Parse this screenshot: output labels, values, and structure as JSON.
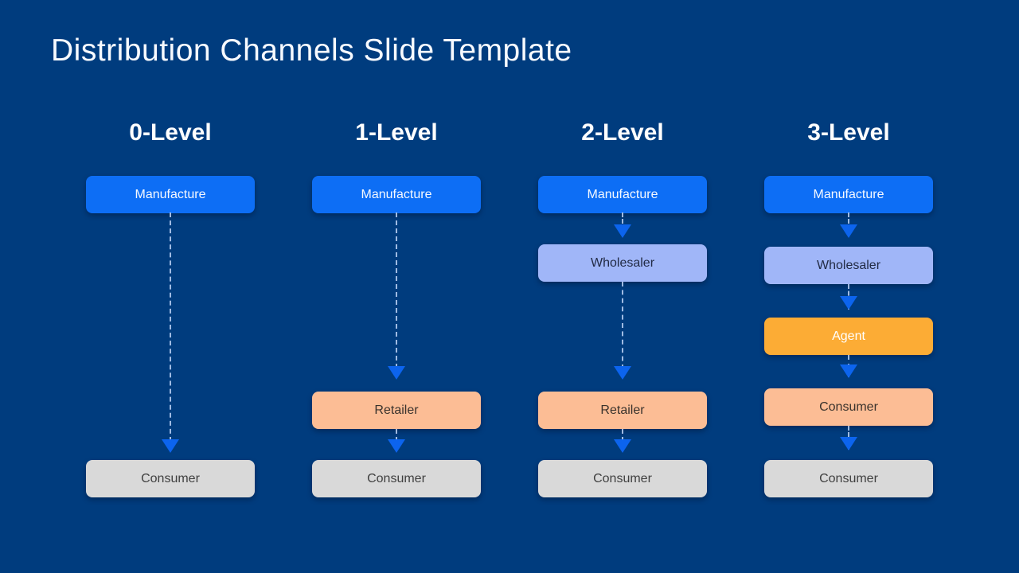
{
  "slide": {
    "title": "Distribution Channels Slide Template"
  },
  "colors": {
    "background": "#003C7E",
    "title_text": "#F7FAFF",
    "header_text": "#FFFFFF",
    "manufacture_blue": "#0D6EF5",
    "wholesaler_periwinkle": "#A0B6F8",
    "agent_orange": "#FCAC35",
    "retailer_peach": "#FCBD95",
    "consumer_gray": "#D9D9D9",
    "arrow_blue": "#0C64EE",
    "connector_dash": "#BCD2F5"
  },
  "connector": {
    "arrow_icon": "triangle-down",
    "line_style": "dashed"
  },
  "columns": [
    {
      "header": "0-Level",
      "boxes": [
        {
          "label": "Manufacture",
          "color": "#0D6EF5"
        },
        {
          "label": "Consumer",
          "color": "#D9D9D9"
        }
      ]
    },
    {
      "header": "1-Level",
      "boxes": [
        {
          "label": "Manufacture",
          "color": "#0D6EF5"
        },
        {
          "label": "Retailer",
          "color": "#FCBD95"
        },
        {
          "label": "Consumer",
          "color": "#D9D9D9"
        }
      ]
    },
    {
      "header": "2-Level",
      "boxes": [
        {
          "label": "Manufacture",
          "color": "#0D6EF5"
        },
        {
          "label": "Wholesaler",
          "color": "#A0B6F8"
        },
        {
          "label": "Retailer",
          "color": "#FCBD95"
        },
        {
          "label": "Consumer",
          "color": "#D9D9D9"
        }
      ]
    },
    {
      "header": "3-Level",
      "boxes": [
        {
          "label": "Manufacture",
          "color": "#0D6EF5"
        },
        {
          "label": "Wholesaler",
          "color": "#A0B6F8"
        },
        {
          "label": "Agent",
          "color": "#FCAC35"
        },
        {
          "label": "Consumer",
          "color": "#FCBD95"
        },
        {
          "label": "Consumer",
          "color": "#D9D9D9"
        }
      ]
    }
  ]
}
